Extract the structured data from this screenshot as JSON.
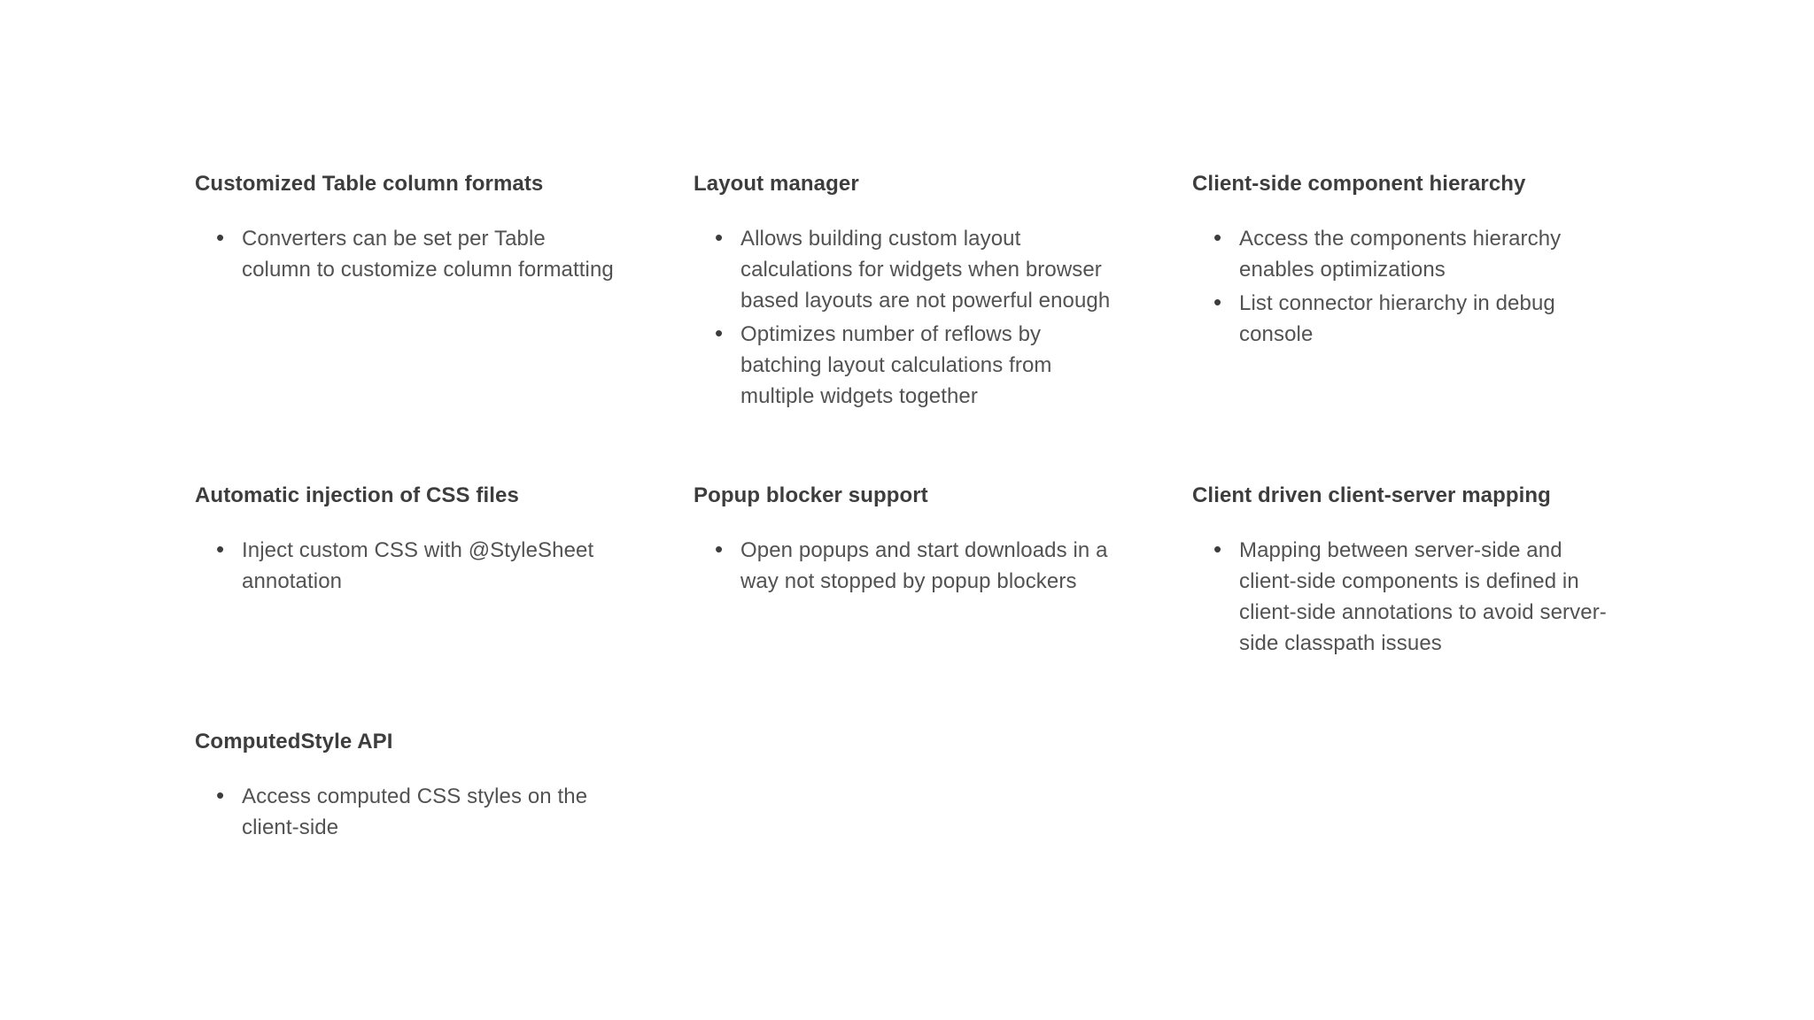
{
  "page": {
    "background_color": "#ffffff",
    "heading_color": "#3d3d3d",
    "body_text_color": "#525252"
  },
  "features": [
    {
      "title": "Customized Table column formats",
      "bullets": [
        "Converters can be set per Table\ncolumn to customize column formatting"
      ]
    },
    {
      "title": "Layout manager",
      "bullets": [
        "Allows building custom layout\ncalculations for widgets when browser\nbased layouts are not powerful enough",
        "Optimizes number of reflows by\nbatching layout calculations from\nmultiple widgets together"
      ]
    },
    {
      "title": "Client-side component hierarchy",
      "bullets": [
        "Access the components hierarchy\nenables optimizations",
        "List connector hierarchy in debug\nconsole"
      ]
    },
    {
      "title": "Automatic injection of CSS files",
      "bullets": [
        "Inject custom CSS with @StyleSheet\nannotation"
      ]
    },
    {
      "title": "Popup blocker support",
      "bullets": [
        "Open popups and start downloads in a\nway not stopped by popup blockers"
      ]
    },
    {
      "title": "Client driven client-server mapping",
      "bullets": [
        "Mapping between server-side and\nclient-side components is defined in\nclient-side annotations to avoid server-\nside classpath issues"
      ]
    },
    {
      "title": "ComputedStyle API",
      "bullets": [
        "Access computed CSS styles on the\nclient-side"
      ]
    }
  ]
}
